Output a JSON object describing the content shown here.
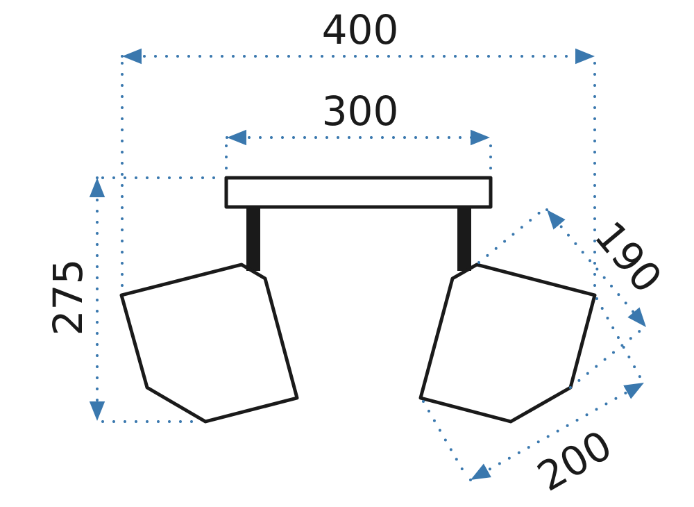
{
  "colors": {
    "dimension": "#3A78AE",
    "outline": "#1a1a1a",
    "background": "#ffffff"
  },
  "dimensions": {
    "overall_width": "400",
    "base_width": "300",
    "height": "275",
    "shade_depth": "190",
    "shade_width": "200"
  }
}
